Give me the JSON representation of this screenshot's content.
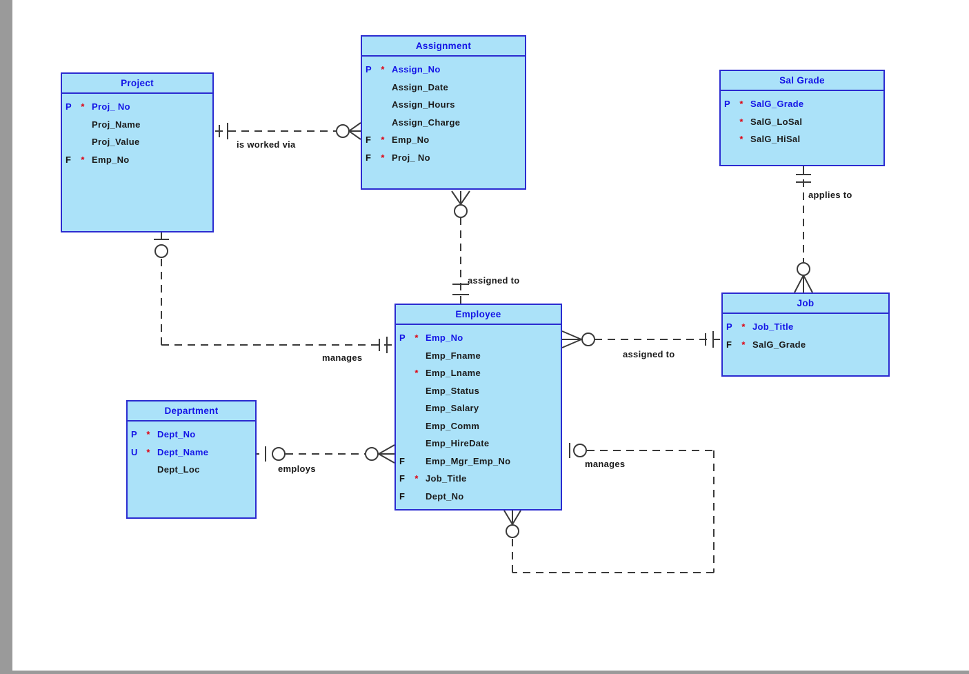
{
  "diagram": {
    "colors": {
      "entity_fill": "#abe2f9",
      "entity_border": "#2b2bd0",
      "entity_title_text": "#1414e6",
      "primary_key_text": "#1414e6",
      "attribute_text": "#1c1c1c",
      "required_marker": "#e00010",
      "connector_line": "#3a3a3a",
      "page_edge_strip": "#9a9a9a"
    },
    "entities": [
      {
        "name": "Project",
        "attributes": [
          {
            "key": "P",
            "req": "*",
            "name": "Proj_ No"
          },
          {
            "key": "",
            "req": "",
            "name": "Proj_Name"
          },
          {
            "key": "",
            "req": "",
            "name": "Proj_Value"
          },
          {
            "key": "F",
            "req": "*",
            "name": "Emp_No"
          }
        ]
      },
      {
        "name": "Assignment",
        "attributes": [
          {
            "key": "P",
            "req": "*",
            "name": "Assign_No"
          },
          {
            "key": "",
            "req": "",
            "name": "Assign_Date"
          },
          {
            "key": "",
            "req": "",
            "name": "Assign_Hours"
          },
          {
            "key": "",
            "req": "",
            "name": "Assign_Charge"
          },
          {
            "key": "F",
            "req": "*",
            "name": "Emp_No"
          },
          {
            "key": "F",
            "req": "*",
            "name": "Proj_ No"
          }
        ]
      },
      {
        "name": "Sal Grade",
        "attributes": [
          {
            "key": "P",
            "req": "*",
            "name": "SalG_Grade"
          },
          {
            "key": "",
            "req": "*",
            "name": "SalG_LoSal"
          },
          {
            "key": "",
            "req": "*",
            "name": "SalG_HiSal"
          }
        ]
      },
      {
        "name": "Employee",
        "attributes": [
          {
            "key": "P",
            "req": "*",
            "name": "Emp_No"
          },
          {
            "key": "",
            "req": "",
            "name": "Emp_Fname"
          },
          {
            "key": "",
            "req": "*",
            "name": "Emp_Lname"
          },
          {
            "key": "",
            "req": "",
            "name": "Emp_Status"
          },
          {
            "key": "",
            "req": "",
            "name": "Emp_Salary"
          },
          {
            "key": "",
            "req": "",
            "name": "Emp_Comm"
          },
          {
            "key": "",
            "req": "",
            "name": "Emp_HireDate"
          },
          {
            "key": "F",
            "req": "",
            "name": "Emp_Mgr_Emp_No"
          },
          {
            "key": "F",
            "req": "*",
            "name": "Job_Title"
          },
          {
            "key": "F",
            "req": "",
            "name": "Dept_No"
          }
        ]
      },
      {
        "name": "Department",
        "attributes": [
          {
            "key": "P",
            "req": "*",
            "name": "Dept_No"
          },
          {
            "key": "U",
            "req": "*",
            "name": "Dept_Name"
          },
          {
            "key": "",
            "req": "",
            "name": "Dept_Loc"
          }
        ]
      },
      {
        "name": "Job",
        "attributes": [
          {
            "key": "P",
            "req": "*",
            "name": "Job_Title"
          },
          {
            "key": "F",
            "req": "*",
            "name": "SalG_Grade"
          }
        ]
      }
    ],
    "relationships": [
      {
        "label": "is worked via",
        "source": "Project",
        "target": "Assignment",
        "source_end": "exactly one (two bars)",
        "target_end": "optional many (circle + crow's foot)"
      },
      {
        "label": "assigned to",
        "source": "Assignment",
        "target": "Employee",
        "source_end": "optional many (crow's foot + circle)",
        "target_end": "exactly one (two bars)"
      },
      {
        "label": "manages",
        "source": "Project",
        "target": "Employee",
        "source_end": "optional one (bar + circle)",
        "target_end": "exactly one (two bars)"
      },
      {
        "label": "assigned to",
        "source": "Employee",
        "target": "Job",
        "source_end": "optional many (crow's foot + circle)",
        "target_end": "exactly one (two bars)"
      },
      {
        "label": "applies to",
        "source": "Sal Grade",
        "target": "Job",
        "source_end": "exactly one (two bars)",
        "target_end": "optional many (circle + crow's foot)"
      },
      {
        "label": "employs",
        "source": "Department",
        "target": "Employee",
        "source_end": "optional one (bar + circle)",
        "target_end": "optional many (circle + crow's foot)"
      },
      {
        "label": "manages",
        "source": "Employee",
        "target": "Employee",
        "source_end": "optional one (bar + circle)",
        "target_end": "optional many (crow's foot + circle)"
      }
    ]
  }
}
